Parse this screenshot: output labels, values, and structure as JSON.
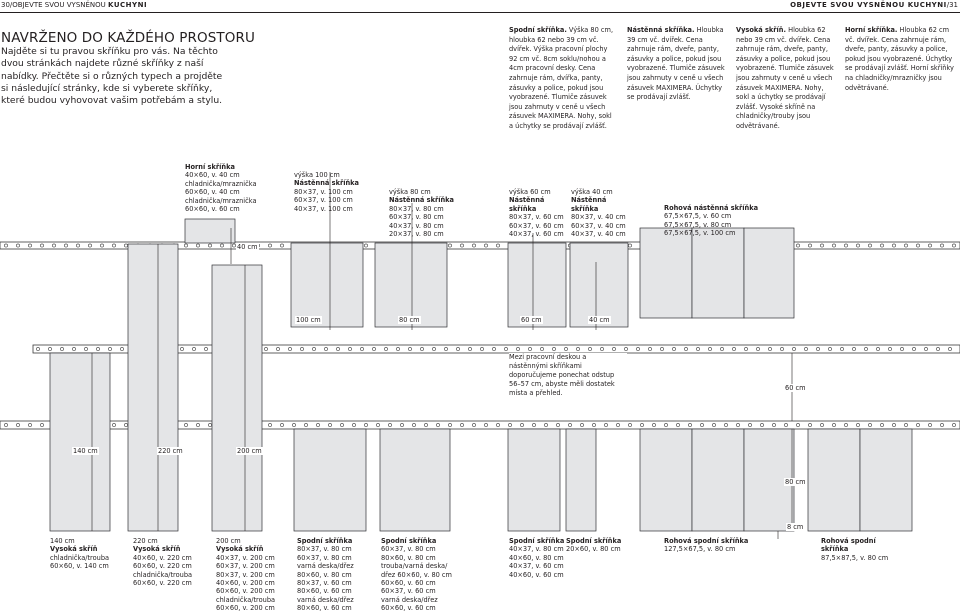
{
  "header": {
    "left_page": "30",
    "left_text": "OBJEVTE SVOU VYSNĚNOU ",
    "left_bold": "KUCHYNI",
    "right_text": "OBJEVTE SVOU VYSNĚNOU ",
    "right_bold": "KUCHYNI",
    "right_page": "31"
  },
  "title": "NAVRŽENO DO KAŽDÉHO PROSTORU",
  "intro": "Najděte si tu pravou skříňku pro vás. Na těchto dvou stránkách najdete různé skříňky z naší nabídky. Přečtěte si o různých typech a projděte si následující stránky, kde si vyberete skříňky, které budou vyhovovat vašim potřebám a stylu.",
  "descriptions": [
    {
      "head": "Spodní skříňka.",
      "body": " Výška 80 cm, hloubka 62 nebo 39 cm vč. dvířek. Výška pracovní plochy 92 cm vč. 8cm soklu/nohou a 4cm pracovní desky. Cena zahrnuje rám, dvířka, panty, zásuvky a police, pokud jsou vyobrazené. Tlumiče zásuvek jsou zahrnuty v ceně u všech zásuvek MAXIMERA. Nohy, sokl a úchytky se prodávají zvlášť."
    },
    {
      "head": "Nástěnná skříňka.",
      "body": " Hloubka 39 cm vč. dvířek. Cena zahrnuje rám, dveře, panty, zásuvky a police, pokud jsou vyobrazené. Tlumiče zásuvek jsou zahrnuty v ceně u všech zásuvek MAXIMERA. Úchytky se prodávají zvlášť."
    },
    {
      "head": "Vysoká skříň.",
      "body": " Hloubka 62 nebo 39 cm vč. dvířek. Cena zahrnuje rám, dveře, panty, zásuvky a police, pokud jsou vyobrazené. Tlumiče zásuvek jsou zahrnuty v ceně u všech zásuvek MAXIMERA. Nohy, sokl a úchytky se prodávají zvlášť. Vysoké skříně na chladničky/trouby jsou odvětrávané."
    },
    {
      "head": "Horní skříňka.",
      "body": " Hloubka 62 cm vč. dvířek. Cena zahrnuje rám, dveře, panty, zásuvky a police, pokud jsou vyobrazené. Úchytky se prodávají zvlášť. Horní skříňky na chladničky/mrazničky jsou odvětrávané."
    }
  ],
  "upper_labels": [
    {
      "bold": "Horní skříňka",
      "lines": "40×60, v. 40 cm\nchladnička/mraznička\n60×60, v. 40 cm\nchladnička/mraznička\n60×60, v. 60 cm"
    },
    {
      "pre": "výška 100 cm",
      "bold": "Nástěnná skříňka",
      "lines": "80×37, v. 100 cm\n60×37, v. 100 cm\n40×37, v. 100 cm"
    },
    {
      "pre": "výška 80 cm",
      "bold": "Nástěnná skříňka",
      "lines": "80×37, v. 80 cm\n60×37, v. 80 cm\n40×37, v. 80 cm\n20×37, v. 80 cm"
    },
    {
      "pre": "výška 60 cm",
      "bold": "Nástěnná\nskříňka",
      "lines": "80×37, v. 60 cm\n60×37, v. 60 cm\n40×37, v. 60 cm"
    },
    {
      "pre": "výška 40 cm",
      "bold": "Nástěnná\nskříňka",
      "lines": "80×37, v. 40 cm\n60×37, v. 40 cm\n40×37, v. 40 cm"
    },
    {
      "bold": "Rohová nástěnná skříňka",
      "lines": "67,5×67,5, v. 60 cm\n67,5×67,5, v. 80 cm\n67,5×67,5, v. 100 cm"
    }
  ],
  "dimensions": {
    "d40": "40 cm",
    "d100": "100 cm",
    "d80a": "80 cm",
    "d60a": "60 cm",
    "d40b": "40 cm",
    "d60b": "60 cm",
    "d140": "140 cm",
    "d220": "220 cm",
    "d200": "200 cm",
    "d80b": "80 cm",
    "d8": "8 cm"
  },
  "note": "Mezi pracovní deskou a nástěnnými skříňkami doporučujeme ponechat odstup 56–57 cm, abyste měli dostatek místa a přehled.",
  "bottom_labels": [
    {
      "pre": "140 cm",
      "bold": "Vysoká skříň",
      "lines": "chladnička/trouba\n60×60, v. 140 cm"
    },
    {
      "pre": "220 cm",
      "bold": "Vysoká skříň",
      "lines": "40×60, v. 220 cm\n60×60, v. 220 cm\nchladnička/trouba\n60×60, v. 220 cm"
    },
    {
      "pre": "200 cm",
      "bold": "Vysoká skříň",
      "lines": "40×37, v. 200 cm\n60×37, v. 200 cm\n80×37, v. 200 cm\n40×60, v. 200 cm\n60×60, v. 200 cm\nchladnička/trouba\n60×60, v. 200 cm"
    },
    {
      "bold": "Spodní skříňka",
      "lines": "80×37, v. 80 cm\n60×37, v. 80 cm\nvarná deska/dřez\n80×60, v. 80 cm\n80×37, v. 60 cm\n80×60, v. 60 cm\nvarná deska/dřez\n80×60, v. 60 cm"
    },
    {
      "bold": "Spodní skříňka",
      "lines": "60×37, v. 80 cm\n80×60, v. 80 cm\ntrouba/varná deska/\ndřez 60×60, v. 80 cm\n60×60, v. 60 cm\n60×37, v. 60 cm\nvarná deska/dřez\n60×60, v. 60 cm"
    },
    {
      "bold": "Spodní skříňka",
      "lines": "40×37, v. 80 cm\n40×60, v. 80 cm\n40×37, v. 60 cm\n40×60, v. 60 cm"
    },
    {
      "bold": "Spodní skříňka",
      "lines": "20×60, v. 80 cm"
    },
    {
      "bold": "Rohová spodní skříňka",
      "lines": "127,5×67,5, v. 80 cm"
    },
    {
      "bold": "Rohová spodní\nskříňka",
      "lines": "87,5×87,5, v. 80 cm"
    }
  ]
}
